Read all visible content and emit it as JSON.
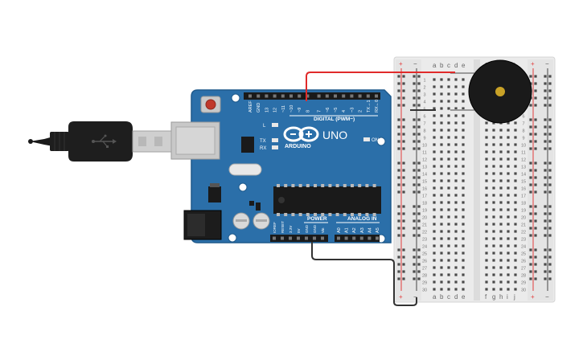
{
  "board": {
    "brand": "ARDUINO",
    "model": "UNO",
    "digital_label": "DIGITAL (PWM~)",
    "power_label": "POWER",
    "analog_label": "ANALOG IN",
    "led_l": "L",
    "led_tx": "TX",
    "led_rx": "RX",
    "led_on": "ON",
    "digital_pins": [
      "AREF",
      "GND",
      "13",
      "12",
      "~11",
      "~10",
      "~9",
      "8",
      "7",
      "~6",
      "~5",
      "4",
      "~3",
      "2",
      "TX→1",
      "RX←0"
    ],
    "power_pins": [
      "IOREF",
      "RESET",
      "3.3V",
      "5V",
      "GND",
      "GND",
      "Vin"
    ],
    "analog_pins": [
      "A0",
      "A1",
      "A2",
      "A3",
      "A4",
      "A5"
    ]
  },
  "breadboard": {
    "columns_left": [
      "a",
      "b",
      "c",
      "d",
      "e"
    ],
    "columns_right": [
      "f",
      "g",
      "h",
      "i",
      "j"
    ],
    "rows": [
      "1",
      "2",
      "3",
      "4",
      "5",
      "6",
      "7",
      "8",
      "9",
      "10",
      "11",
      "12",
      "13",
      "14",
      "15",
      "16",
      "17",
      "18",
      "19",
      "20",
      "21",
      "22",
      "23",
      "24",
      "25",
      "26",
      "27",
      "28",
      "29",
      "30"
    ],
    "rail_plus": "+",
    "rail_minus": "−"
  },
  "colors": {
    "board": "#2a6ea8",
    "board_edge": "#1f5a8c",
    "wire_red": "#e02a2a",
    "wire_black": "#333333",
    "rail_red": "#e23b3b",
    "breadboard": "#e9e9e9"
  },
  "components": {
    "usb_cable": "usb-cable",
    "buzzer": "piezo-buzzer"
  }
}
